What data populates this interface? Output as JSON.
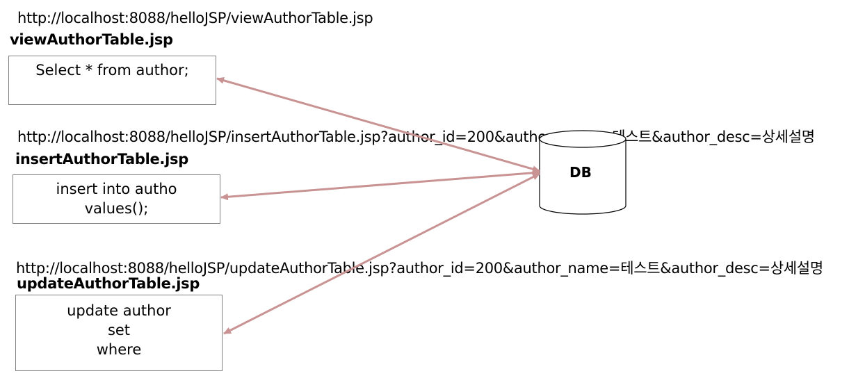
{
  "sections": [
    {
      "url": "http://localhost:8088/helloJSP/viewAuthorTable.jsp",
      "file": "viewAuthorTable.jsp",
      "sql": "Select * from author;"
    },
    {
      "url": "http://localhost:8088/helloJSP/insertAuthorTable.jsp?author_id=200&author_name=테스트&author_desc=상세설명",
      "file": "insertAuthorTable.jsp",
      "sql": "insert into autho\nvalues();"
    },
    {
      "url": "http://localhost:8088/helloJSP/updateAuthorTable.jsp?author_id=200&author_name=테스트&author_desc=상세설명",
      "file": "updateAuthorTable.jsp",
      "sql": "update author\nset\nwhere"
    }
  ],
  "db": {
    "label": "DB"
  },
  "colors": {
    "arrow": "#c99393",
    "box_border": "#7f7f7f",
    "cylinder_border": "#000000"
  }
}
